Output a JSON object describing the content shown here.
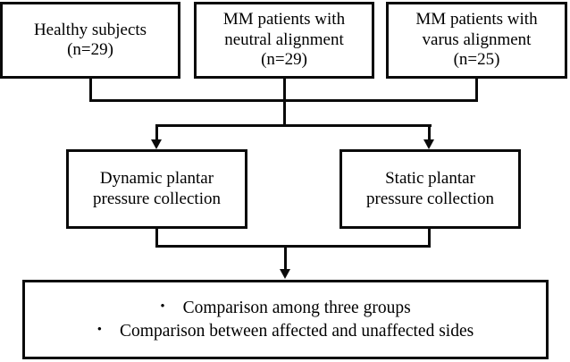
{
  "diagram": {
    "title": "Study design flowchart",
    "line_color": "#0a0a0a",
    "background_color": "#ffffff",
    "groups": [
      {
        "id": "healthy",
        "line1": "Healthy subjects",
        "line2": "(n=29)",
        "count": 29
      },
      {
        "id": "neutral",
        "line1": "MM patients with",
        "line2": "neutral alignment",
        "line3": "(n=29)",
        "count": 29
      },
      {
        "id": "varus",
        "line1": "MM patients with",
        "line2": "varus alignment",
        "line3": "(n=25)",
        "count": 25
      }
    ],
    "collections": [
      {
        "id": "dynamic",
        "line1": "Dynamic plantar",
        "line2": "pressure collection"
      },
      {
        "id": "static",
        "line1": "Static plantar",
        "line2": "pressure collection"
      }
    ],
    "outcomes": {
      "bullet_glyph": "•",
      "items": [
        "Comparison among three groups",
        "Comparison between affected and unaffected sides"
      ]
    }
  }
}
